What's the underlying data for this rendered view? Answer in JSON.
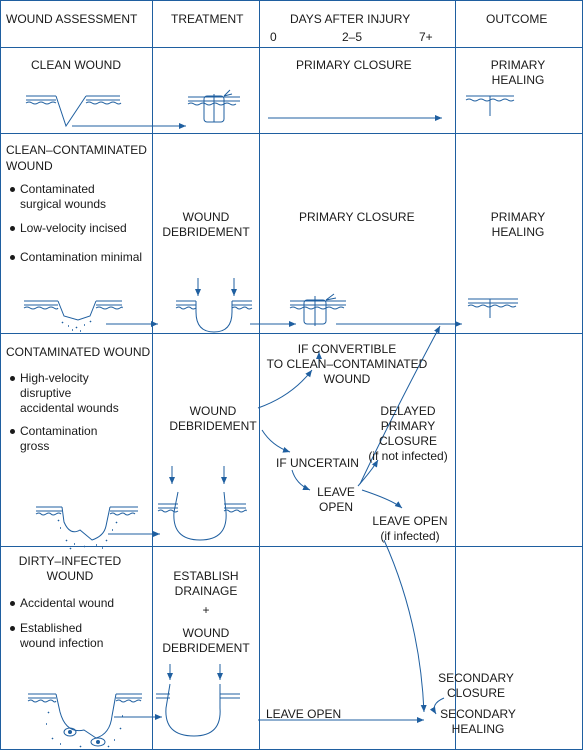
{
  "colors": {
    "line": "#1f5fa0",
    "text": "#1a1a1a",
    "grid": "#1f5fa0",
    "tissue": "#1f5fa0"
  },
  "header": {
    "col1": "WOUND ASSESSMENT",
    "col2": "TREATMENT",
    "col3": "DAYS AFTER INJURY",
    "col4": "OUTCOME",
    "days": [
      "0",
      "2–5",
      "7+"
    ]
  },
  "rows": [
    {
      "assessment": [
        "CLEAN WOUND"
      ],
      "bullets": [],
      "treatment": [],
      "days_text": [
        "PRIMARY CLOSURE"
      ],
      "outcome": [
        "PRIMARY",
        "HEALING"
      ]
    },
    {
      "assessment": [
        "CLEAN–CONTAMINATED",
        "WOUND"
      ],
      "bullets": [
        [
          "Contaminated",
          "surgical wounds"
        ],
        [
          "Low-velocity incised"
        ],
        [
          "Contamination minimal"
        ]
      ],
      "treatment": [
        "WOUND",
        "DEBRIDEMENT"
      ],
      "days_text": [
        "PRIMARY CLOSURE"
      ],
      "outcome": [
        "PRIMARY",
        "HEALING"
      ]
    },
    {
      "assessment": [
        "CONTAMINATED WOUND"
      ],
      "bullets": [
        [
          "High-velocity",
          "disruptive",
          "accidental wounds"
        ],
        [
          "Contamination",
          "gross"
        ]
      ],
      "treatment": [
        "WOUND",
        "DEBRIDEMENT"
      ],
      "convertible": [
        "IF CONVERTIBLE",
        "TO CLEAN–CONTAMINATED",
        "WOUND"
      ],
      "delayed": [
        "DELAYED",
        "PRIMARY",
        "CLOSURE",
        "(if not infected)"
      ],
      "uncertain": "IF UNCERTAIN",
      "leave_open": [
        "LEAVE",
        "OPEN"
      ],
      "leave_open_infected": [
        "LEAVE OPEN",
        "(if infected)"
      ]
    },
    {
      "assessment": [
        "DIRTY–INFECTED",
        "WOUND"
      ],
      "bullets": [
        [
          "Accidental wound"
        ],
        [
          "Established",
          "wound infection"
        ]
      ],
      "treatment_top": [
        "ESTABLISH",
        "DRAINAGE"
      ],
      "plus": "+",
      "treatment_bottom": [
        "WOUND",
        "DEBRIDEMENT"
      ],
      "days_text": "LEAVE OPEN",
      "secondary_closure": [
        "SECONDARY",
        "CLOSURE"
      ],
      "secondary_healing": [
        "SECONDARY",
        "HEALING"
      ]
    }
  ]
}
